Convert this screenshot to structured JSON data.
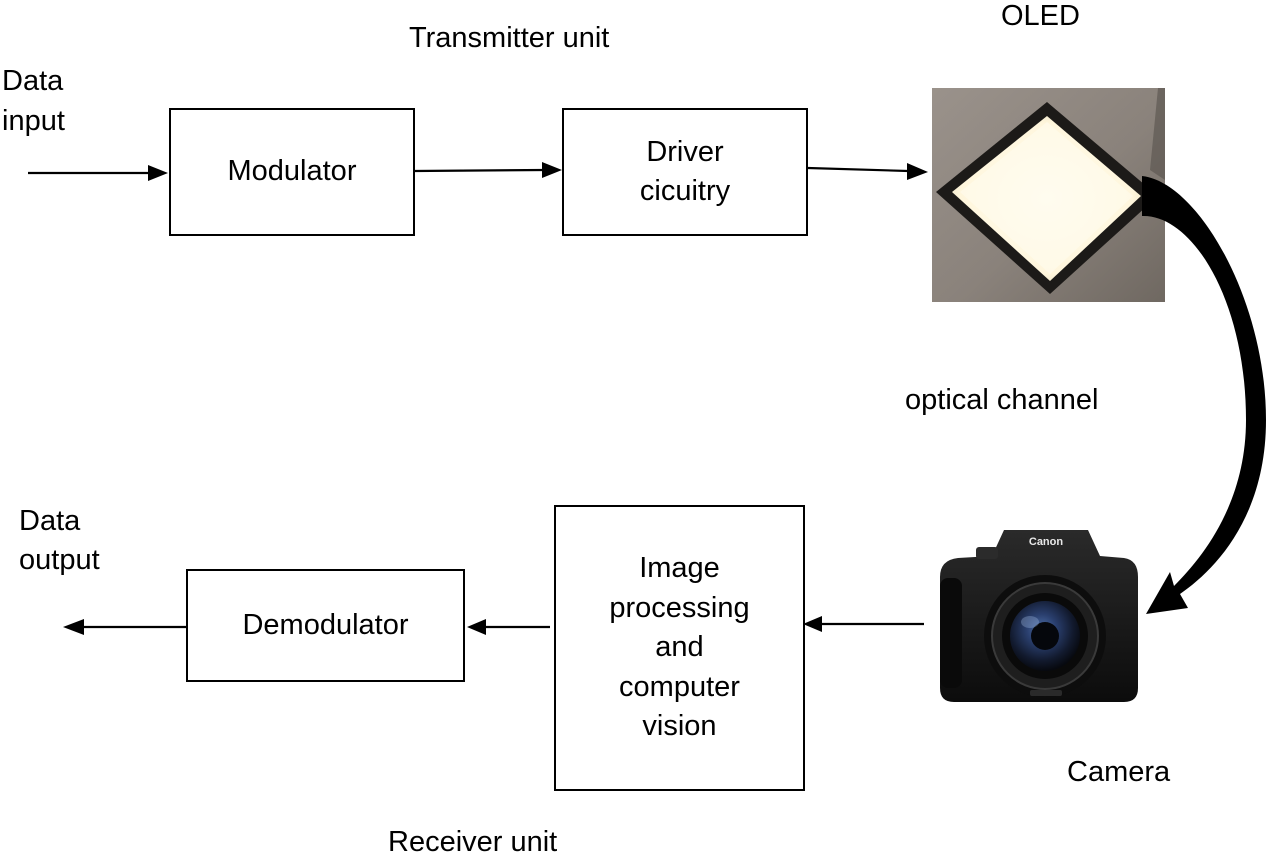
{
  "transmitter": {
    "unit_label": "Transmitter unit",
    "input_label_line1": "Data",
    "input_label_line2": "input",
    "modulator_label": "Modulator",
    "driver_line1": "Driver",
    "driver_line2": "cicuitry",
    "source_label": "OLED"
  },
  "channel": {
    "label": "optical channel"
  },
  "receiver": {
    "unit_label": "Receiver unit",
    "output_label_line1": "Data",
    "output_label_line2": "output",
    "demodulator_label": "Demodulator",
    "processing_lines": [
      "Image",
      "processing",
      "and",
      "computer",
      "vision"
    ],
    "sensor_label": "Camera",
    "camera_brand": "Canon"
  },
  "colors": {
    "line": "#000000",
    "oled_frame": "#1c1a18",
    "oled_glow": "#fff9e4",
    "oled_background": "#8f8780",
    "camera_body": "#151515"
  }
}
